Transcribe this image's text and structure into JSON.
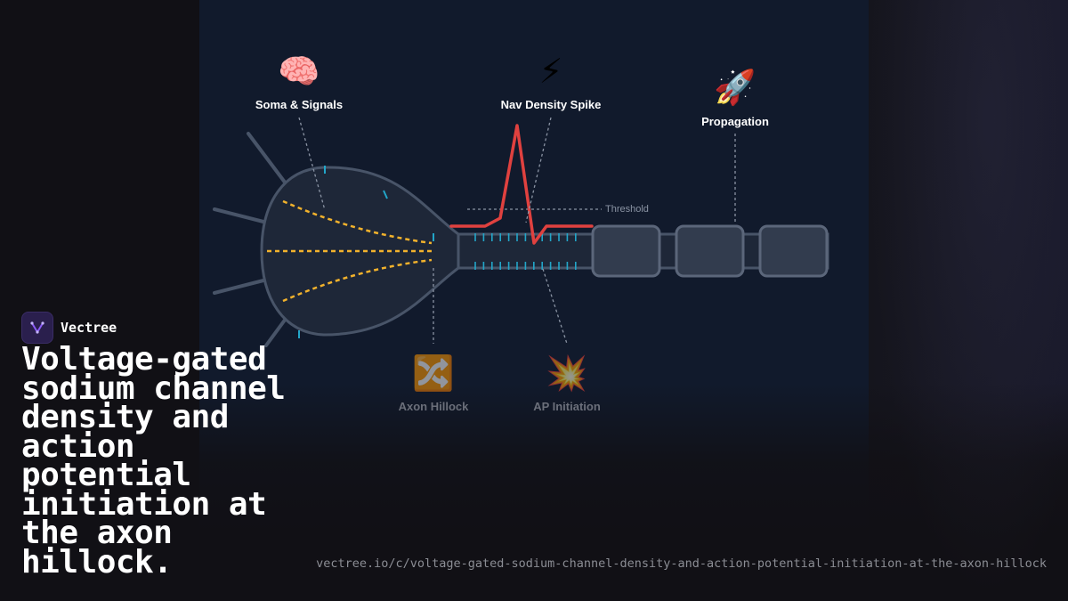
{
  "labels": {
    "soma": "Soma & Signals",
    "nav_spike": "Nav Density Spike",
    "propagation": "Propagation",
    "axon_hillock": "Axon Hillock",
    "ap_initiation": "AP Initiation",
    "threshold": "Threshold"
  },
  "icons": {
    "soma": "🧠",
    "nav_spike": "⚡",
    "propagation": "🚀",
    "axon_hillock": "🔀",
    "ap_initiation": "💥"
  },
  "brand": {
    "name": "Vectree"
  },
  "headline": "Voltage-gated sodium channel density and action potential initiation at the axon hillock.",
  "url": "vectree.io/c/voltage-gated-sodium-channel-density-and-action-potential-initiation-at-the-axon-hillock",
  "colors": {
    "background": "#111015",
    "panel": "#111a2c",
    "neuron_fill": "#1e2738",
    "neuron_stroke": "#485468",
    "signal": "#f2b22c",
    "channels": "#22a6c9",
    "spike": "#e0413f",
    "brand_purple": "#8b5cf6"
  }
}
